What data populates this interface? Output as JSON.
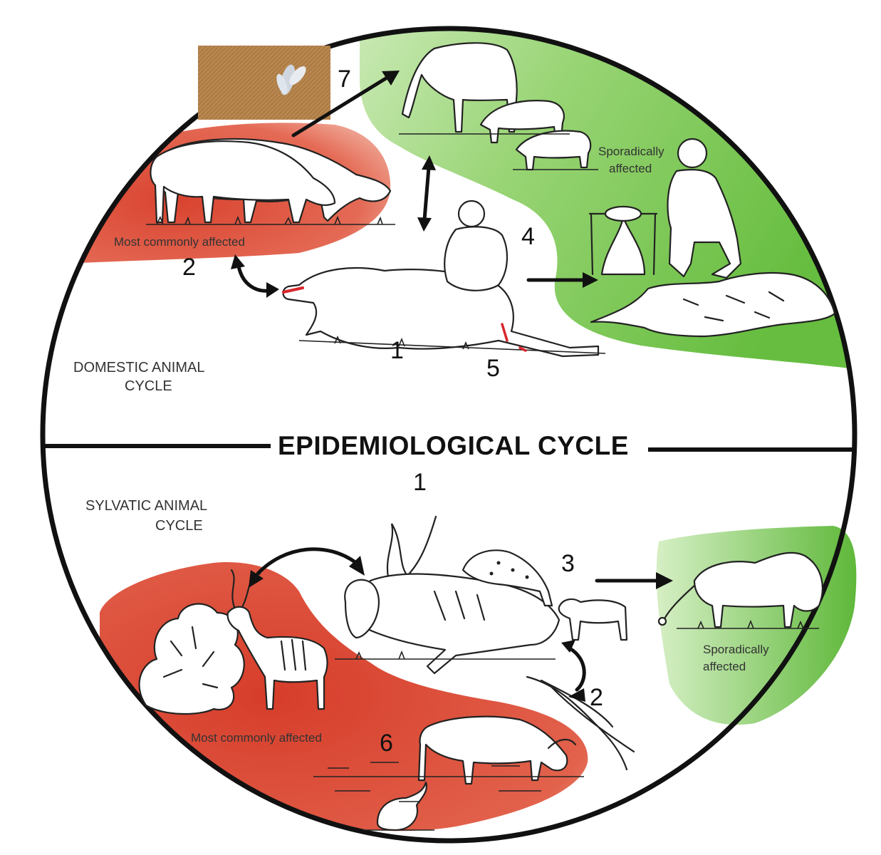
{
  "colors": {
    "red_zone": "#e0533f",
    "green_zone": "#7ec85a",
    "outline": "#111111",
    "blood": "#d8262b",
    "hide_photo": "#b8874f"
  },
  "title": "EPIDEMIOLOGICAL CYCLE",
  "domestic": {
    "cycle_label_line1": "DOMESTIC ANIMAL",
    "cycle_label_line2": "CYCLE",
    "most_affected": "Most commonly affected",
    "sporadic_line1": "Sporadically",
    "sporadic_line2": "affected",
    "markers": {
      "m1": "1",
      "m2": "2",
      "m4": "4",
      "m5": "5",
      "m7": "7"
    }
  },
  "sylvatic": {
    "cycle_label_line1": "SYLVATIC ANIMAL",
    "cycle_label_line2": "CYCLE",
    "most_affected": "Most commonly affected",
    "sporadic_line1": "Sporadically",
    "sporadic_line2": "affected",
    "markers": {
      "m1": "1",
      "m2": "2",
      "m3": "3",
      "m6": "6"
    }
  },
  "icons": {
    "fly_photo": "fly-on-hide-photo-icon",
    "cattle": "cattle-icon",
    "horse": "horse-icon",
    "pig": "pig-icon",
    "person": "person-icon",
    "carcass": "carcass-icon",
    "fire": "cooking-fire-icon",
    "hide": "animal-hide-icon",
    "kudu": "kudu-icon",
    "bush": "bush-icon",
    "hyena": "hyena-icon",
    "jackal": "jackal-icon",
    "vulture": "vulture-icon",
    "lion": "lion-icon",
    "buffalo": "buffalo-icon",
    "water": "water-stream-icon"
  }
}
